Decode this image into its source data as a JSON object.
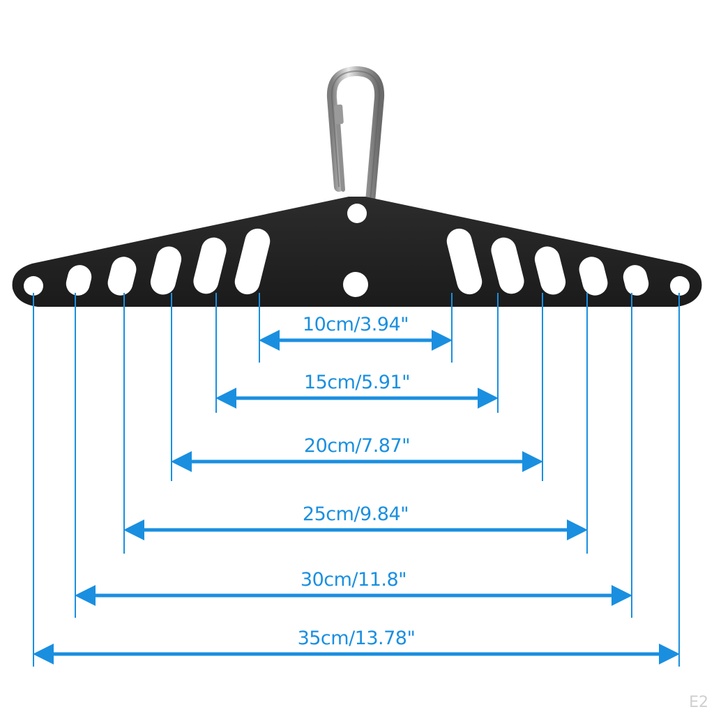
{
  "colors": {
    "accent": "#1a8fe0",
    "bar": "#232323",
    "background": "#ffffff",
    "metal": "#b9b9b9"
  },
  "product": {
    "hook_icon": "carabiner-icon",
    "bar_icon": "cable-attachment-bar-icon"
  },
  "dimensions": [
    {
      "label": "10cm/3.94\""
    },
    {
      "label": "15cm/5.91\""
    },
    {
      "label": "20cm/7.87\""
    },
    {
      "label": "25cm/9.84\""
    },
    {
      "label": "30cm/11.8\""
    },
    {
      "label": "35cm/13.78\""
    }
  ],
  "corner_mark": "E2"
}
